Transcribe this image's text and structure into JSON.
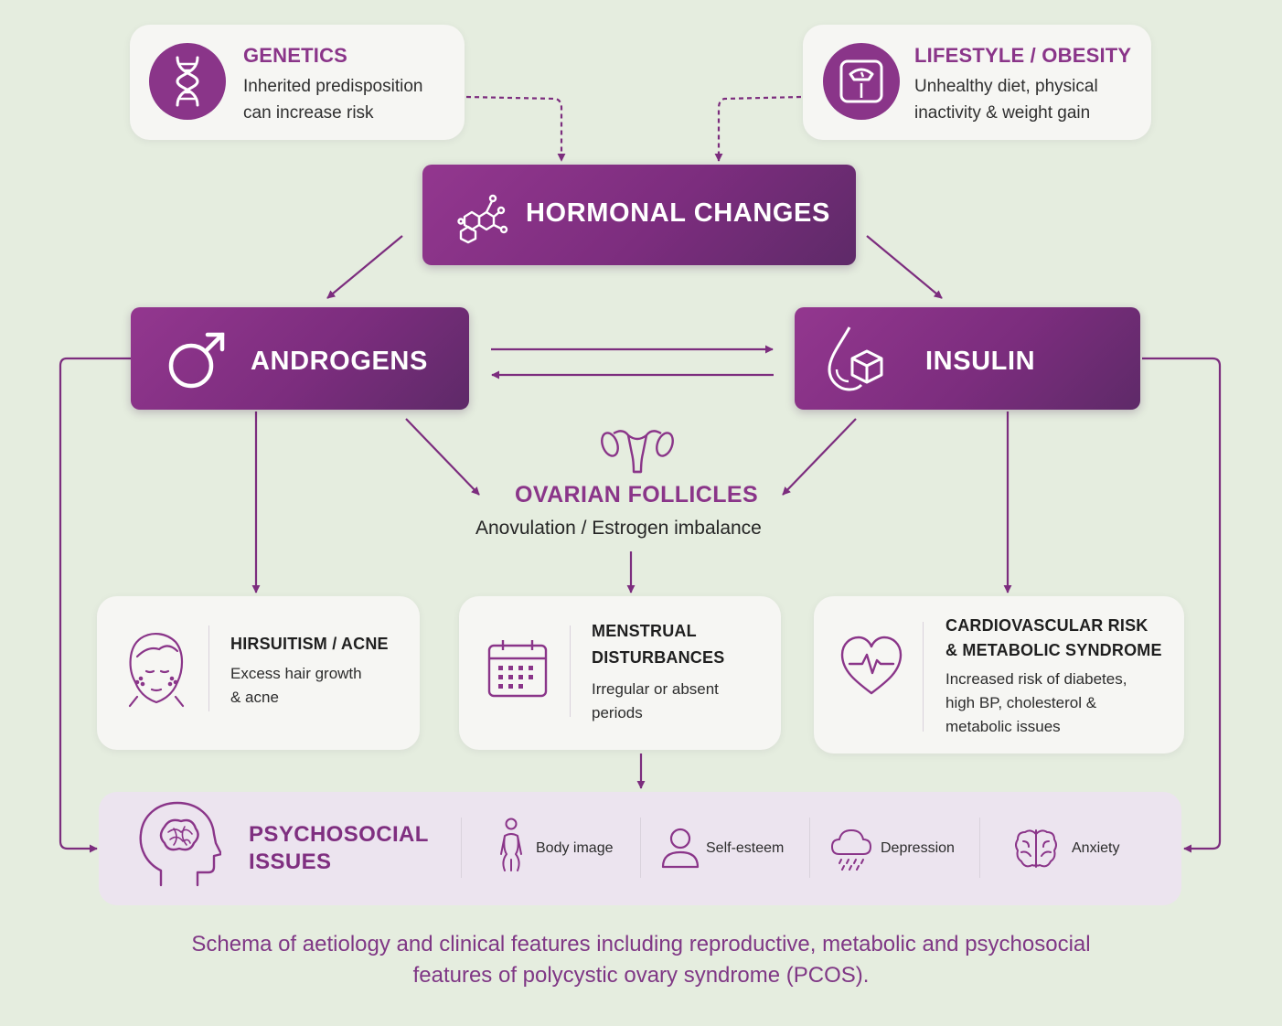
{
  "genetics": {
    "title": "GENETICS",
    "text_line1": "Inherited predisposition",
    "text_line2": "can increase risk",
    "icon": "dna-icon"
  },
  "lifestyle": {
    "title": "LIFESTYLE / OBESITY",
    "text_line1": "Unhealthy diet, physical",
    "text_line2": "inactivity & weight gain",
    "icon": "scale-icon"
  },
  "hormonal": {
    "label": "HORMONAL CHANGES",
    "icon": "molecule-icon"
  },
  "androgens": {
    "label": "ANDROGENS",
    "icon": "male-symbol-icon"
  },
  "insulin": {
    "label": "INSULIN",
    "icon": "drop-cube-icon"
  },
  "ovarian": {
    "title": "OVARIAN FOLLICLES",
    "subtitle": "Anovulation / Estrogen imbalance",
    "icon": "uterus-icon"
  },
  "hirsuitism": {
    "title": "HIRSUITISM / ACNE",
    "text_line1": "Excess hair growth",
    "text_line2": "& acne",
    "icon": "face-acne-icon"
  },
  "menstrual": {
    "title_line1": "MENSTRUAL",
    "title_line2": "DISTURBANCES",
    "text_line1": "Irregular or absent",
    "text_line2": "periods",
    "icon": "calendar-icon"
  },
  "cardio": {
    "title_line1": "CARDIOVASCULAR RISK",
    "title_line2": "& METABOLIC SYNDROME",
    "text_line1": "Increased risk of diabetes,",
    "text_line2": "high BP, cholesterol &",
    "text_line3": "metabolic issues",
    "icon": "heart-pulse-icon"
  },
  "psychosocial": {
    "title_line1": "PSYCHOSOCIAL",
    "title_line2": "ISSUES",
    "icon": "head-brain-icon",
    "items": [
      {
        "label": "Body image",
        "icon": "body-icon"
      },
      {
        "label": "Self-esteem",
        "icon": "person-icon"
      },
      {
        "label": "Depression",
        "icon": "rain-cloud-icon"
      },
      {
        "label": "Anxiety",
        "icon": "brain-icon"
      }
    ]
  },
  "caption_line1": "Schema of aetiology and clinical features including reproductive, metabolic and psychosocial",
  "caption_line2": "features of polycystic ovary syndrome (PCOS).",
  "colors": {
    "accent": "#8a3589",
    "box_dark": "#5e2a68",
    "background": "#e5eddf",
    "card": "#f6f6f3",
    "psy_band": "#ece4ef"
  }
}
